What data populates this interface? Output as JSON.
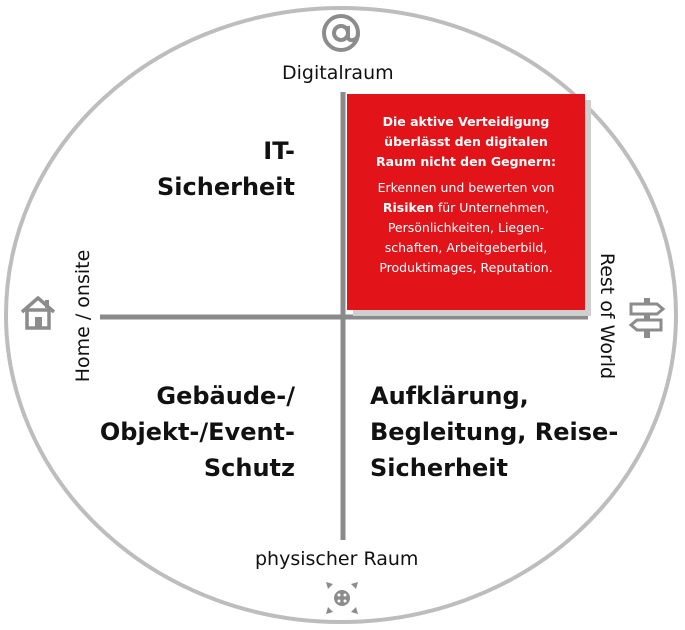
{
  "labels": {
    "top": "Digitalraum",
    "bottom": "physischer Raum",
    "left": "Home / onsite",
    "right": "Rest of World"
  },
  "quadrants": {
    "top_left": [
      "IT-",
      "Sicherheit"
    ],
    "bottom_left": [
      "Gebäude-/",
      "Objekt-/Event-",
      "Schutz"
    ],
    "bottom_right": [
      "Aufklärung,",
      "Begleitung, Reise-",
      "Sicherheit"
    ]
  },
  "callout": {
    "heading": [
      "Die aktive Verteidigung",
      "überlässt den digitalen",
      "Raum nicht den Gegnern:"
    ],
    "body_prefix": "Erkennen und bewerten von",
    "body_bold": "Risiken",
    "body_lines": [
      "für Unternehmen,",
      "Persönlichkeiten, Liegen-",
      "schaften, Arbeitgeberbild,",
      "Produktimages, Reputation."
    ],
    "color": "#e3131a"
  },
  "icons": {
    "top": "at-sign-icon",
    "bottom": "compass-move-icon",
    "left": "house-icon",
    "right": "signpost-icon"
  },
  "colors": {
    "circle_stroke": "#bdbdbd",
    "axis": "#8a8a8a",
    "icon": "#8c8c8c"
  }
}
